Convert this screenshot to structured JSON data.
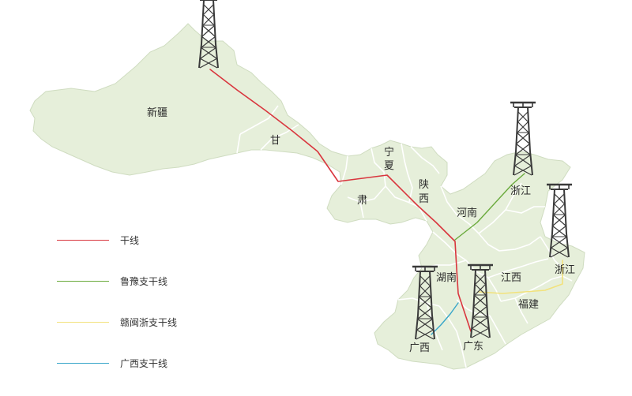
{
  "map": {
    "regions": [
      {
        "id": "xinjiang",
        "label": "新疆"
      },
      {
        "id": "gansu-a",
        "label": "甘"
      },
      {
        "id": "gansu-b",
        "label": "肃"
      },
      {
        "id": "ningxia-a",
        "label": "宁"
      },
      {
        "id": "ningxia-b",
        "label": "夏"
      },
      {
        "id": "shaanxi-a",
        "label": "陕"
      },
      {
        "id": "shaanxi-b",
        "label": "西"
      },
      {
        "id": "henan",
        "label": "河南"
      },
      {
        "id": "zhejiang-north",
        "label": "浙江"
      },
      {
        "id": "hunan",
        "label": "湖南"
      },
      {
        "id": "jiangxi",
        "label": "江西"
      },
      {
        "id": "zhejiang-east",
        "label": "浙江"
      },
      {
        "id": "fujian",
        "label": "福建"
      },
      {
        "id": "guangxi",
        "label": "广西"
      },
      {
        "id": "guangdong",
        "label": "广东"
      }
    ],
    "colors": {
      "land": "#e6efda",
      "border": "#ffffff",
      "tower": "#3a3a3a",
      "trunk": "#d9363e",
      "lu_yu": "#6aaa3c",
      "gan_min_zhe": "#f2e27c",
      "guangxi": "#37a6c9"
    }
  },
  "legend": {
    "items": [
      {
        "label": "干线",
        "color": "#d9363e"
      },
      {
        "label": "鲁豫支干线",
        "color": "#6aaa3c"
      },
      {
        "label": "赣闽浙支干线",
        "color": "#f2e27c"
      },
      {
        "label": "广西支干线",
        "color": "#37a6c9"
      }
    ]
  },
  "icons": [
    "transmission-tower-icon"
  ]
}
